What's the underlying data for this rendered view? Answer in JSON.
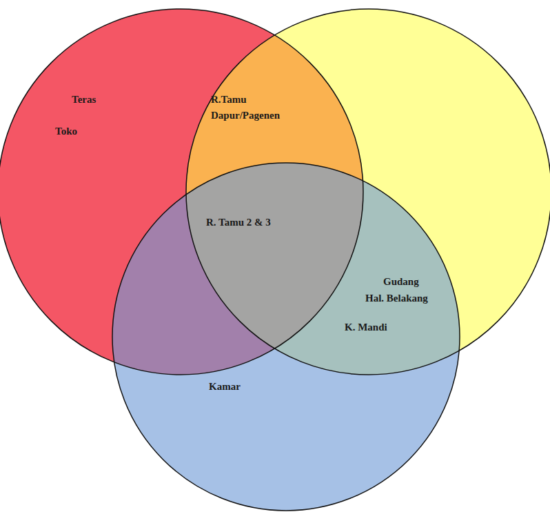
{
  "diagram": {
    "labels": [
      "Teras",
      "Toko",
      "R.Tamu",
      "Dapur/Pagenen",
      "R. Tamu 2 & 3",
      "Gudang",
      "Hal. Belakang",
      "K. Mandi",
      "Kamar"
    ]
  }
}
